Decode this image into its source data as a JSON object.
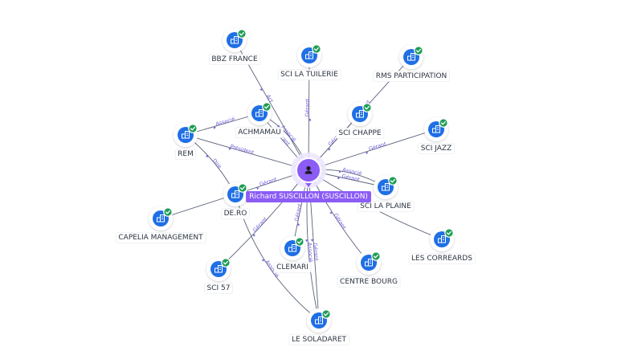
{
  "colors": {
    "accent": "#8b5cf6",
    "company": "#1f6fe5",
    "check": "#1f9d55",
    "edge": "#5b6478",
    "edge_label": "#6b5bd6"
  },
  "center": {
    "label": "Richard SUSCILLON (SUSCILLON)",
    "icon": "person-icon"
  },
  "nodes": [
    {
      "id": "bbz",
      "label": "BBZ FRANCE",
      "icon": "company-icon"
    },
    {
      "id": "tuilerie",
      "label": "SCI LA TUILERIE",
      "icon": "company-icon"
    },
    {
      "id": "rms",
      "label": "RMS PARTICIPATION",
      "icon": "company-icon"
    },
    {
      "id": "achmamau",
      "label": "ACHMAMAU",
      "icon": "company-icon"
    },
    {
      "id": "chappe",
      "label": "SCI CHAPPE",
      "icon": "company-icon"
    },
    {
      "id": "jazz",
      "label": "SCI JAZZ",
      "icon": "company-icon"
    },
    {
      "id": "rem",
      "label": "REM",
      "icon": "company-icon"
    },
    {
      "id": "dero",
      "label": "DE.RO",
      "icon": "company-icon"
    },
    {
      "id": "plaine",
      "label": "SCI LA PLAINE",
      "icon": "company-icon"
    },
    {
      "id": "capelia",
      "label": "CAPELIA MANAGEMENT",
      "icon": "company-icon"
    },
    {
      "id": "correards",
      "label": "LES CORREARDS",
      "icon": "company-icon"
    },
    {
      "id": "clemari",
      "label": "CLEMARI",
      "icon": "company-icon"
    },
    {
      "id": "bourg",
      "label": "CENTRE BOURG",
      "icon": "company-icon"
    },
    {
      "id": "sci57",
      "label": "SCI 57",
      "icon": "company-icon"
    },
    {
      "id": "soladaret",
      "label": "LE SOLADARET",
      "icon": "company-icon"
    }
  ],
  "edges": [
    {
      "from": "center",
      "to": "bbz",
      "label": "Act"
    },
    {
      "from": "center",
      "to": "tuilerie",
      "label": "Gérant"
    },
    {
      "from": "center",
      "to": "rms",
      "label": "Gérant"
    },
    {
      "from": "center",
      "to": "achmamau",
      "label": "Gérant"
    },
    {
      "from": "center",
      "to": "achmamau",
      "label": "Associé"
    },
    {
      "from": "center",
      "to": "chappe",
      "label": "Gérant"
    },
    {
      "from": "center",
      "to": "jazz",
      "label": "Gérant"
    },
    {
      "from": "center",
      "to": "rem",
      "label": "Président"
    },
    {
      "from": "rem",
      "to": "achmamau",
      "label": "Associé"
    },
    {
      "from": "center",
      "to": "dero",
      "label": "Gérant"
    },
    {
      "from": "rem",
      "to": "dero",
      "label": "Dire"
    },
    {
      "from": "center",
      "to": "plaine",
      "label": "Gérant"
    },
    {
      "from": "center",
      "to": "plaine",
      "label": "Associé"
    },
    {
      "from": "dero",
      "to": "capelia",
      "label": ""
    },
    {
      "from": "center",
      "to": "correards",
      "label": ""
    },
    {
      "from": "center",
      "to": "clemari",
      "label": "Gérant"
    },
    {
      "from": "center",
      "to": "bourg",
      "label": "Gérant"
    },
    {
      "from": "center",
      "to": "sci57",
      "label": "Gérant"
    },
    {
      "from": "center",
      "to": "soladaret",
      "label": "Gérant"
    },
    {
      "from": "center",
      "to": "soladaret",
      "label": "Associé"
    },
    {
      "from": "dero",
      "to": "soladaret",
      "label": "Associé"
    }
  ]
}
